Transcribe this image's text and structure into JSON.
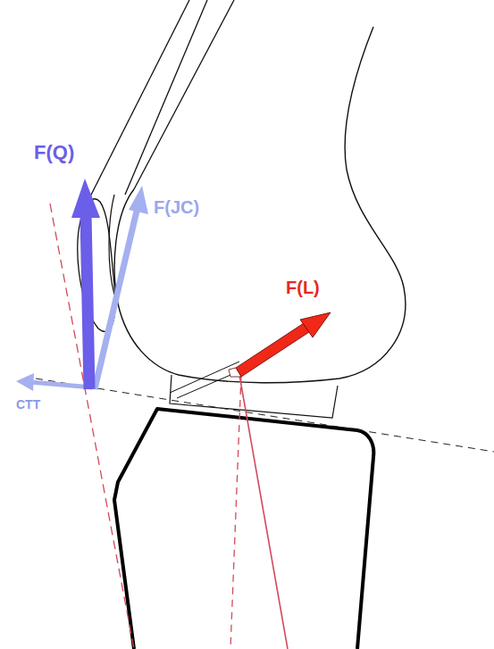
{
  "diagram": {
    "labels": [
      "F(Q)",
      "F(JC)",
      "F(L)",
      "CTT"
    ]
  }
}
